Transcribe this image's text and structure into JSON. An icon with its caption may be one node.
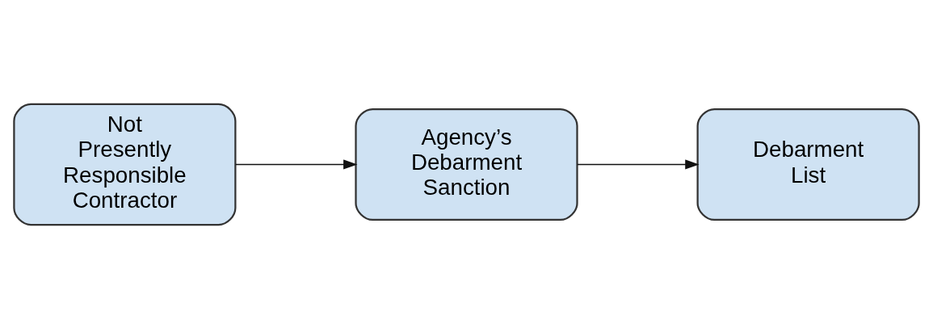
{
  "diagram": {
    "nodes": [
      {
        "text": [
          "Not Presently Responsible Contractor"
        ]
      },
      {
        "text": [
          "Agency’s Debarment Sanction"
        ]
      },
      {
        "text": [
          "Debarment List"
        ]
      }
    ],
    "edges": [
      {
        "from": 0,
        "to": 1,
        "arrow": "to"
      },
      {
        "from": 1,
        "to": 2,
        "arrow": "to"
      }
    ]
  }
}
